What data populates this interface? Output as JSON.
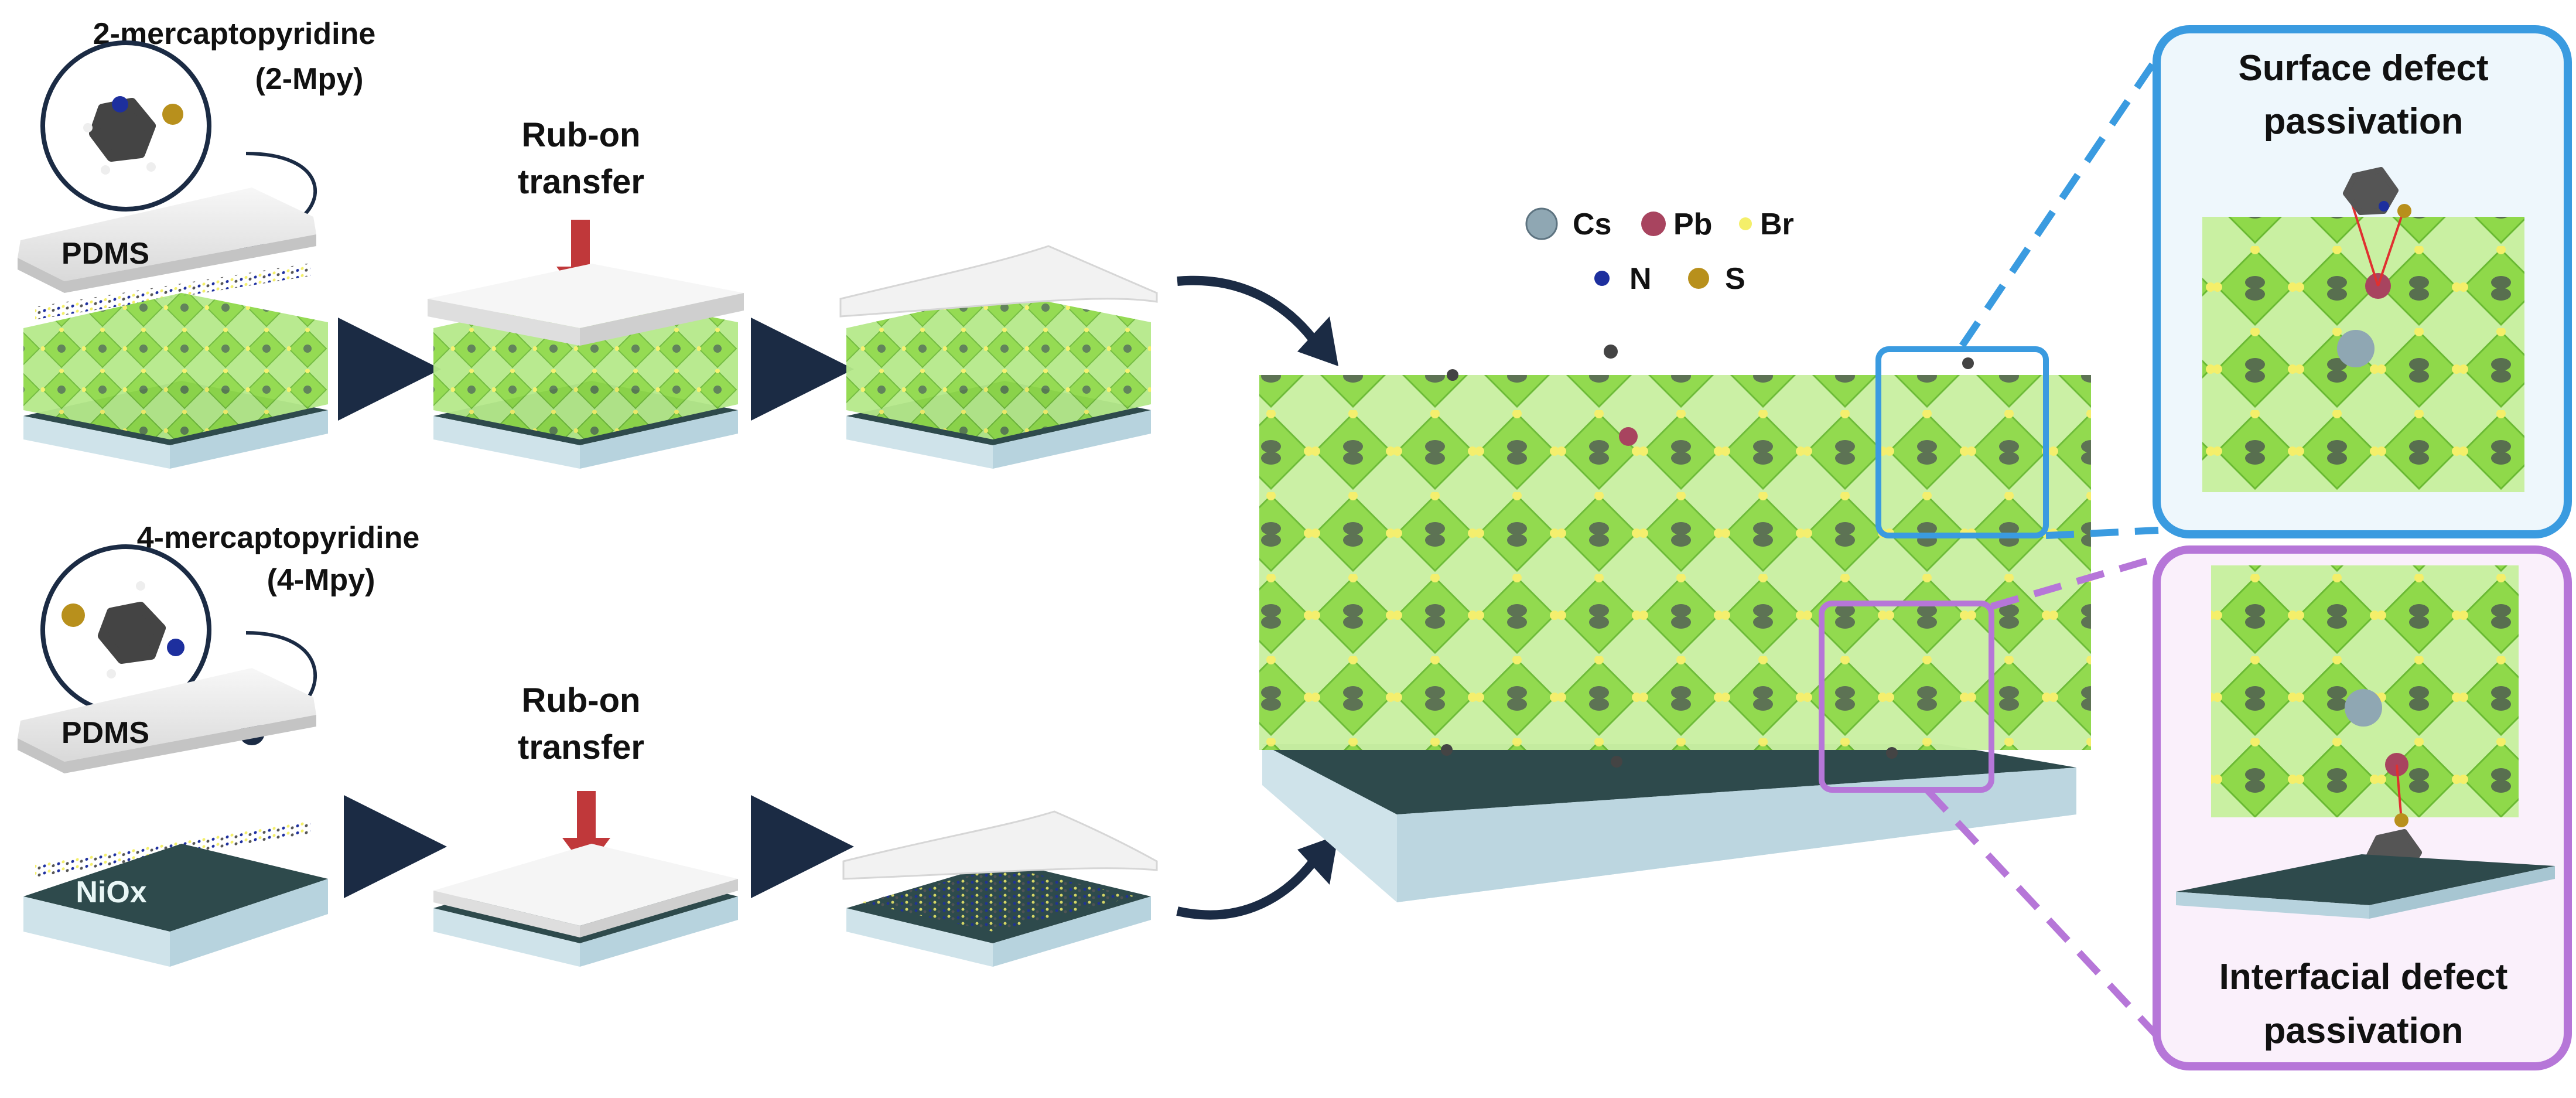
{
  "molecules": {
    "top": {
      "name": "2-mercaptopyridine",
      "abbr": "(2-Mpy)"
    },
    "bottom": {
      "name": "4-mercaptopyridine",
      "abbr": "(4-Mpy)"
    }
  },
  "stamp_label": "PDMS",
  "substrate_label": "NiOx",
  "step_label": {
    "line1": "Rub-on",
    "line2": "transfer"
  },
  "legend": [
    {
      "label": "Cs",
      "color": "#8fa7b3"
    },
    {
      "label": "Pb",
      "color": "#a8445f"
    },
    {
      "label": "Br",
      "color": "#f4ef6a"
    },
    {
      "label": "N",
      "color": "#1d2f9e"
    },
    {
      "label": "S",
      "color": "#b8901c"
    }
  ],
  "insets": {
    "surface": {
      "line1": "Surface defect",
      "line2": "passivation",
      "color": "#3a9be0",
      "bg": "#eef7fc"
    },
    "interfacial": {
      "line1": "Interfacial defect",
      "line2": "passivation",
      "color": "#b676d8",
      "bg": "#faf0fb"
    }
  },
  "colors": {
    "octahedron": "#8fd94a",
    "substrate_top": "#2e4a4c",
    "substrate_side": "#cfe3ea",
    "arrow": "#1b2b44",
    "press_arrow": "#c0383a"
  }
}
